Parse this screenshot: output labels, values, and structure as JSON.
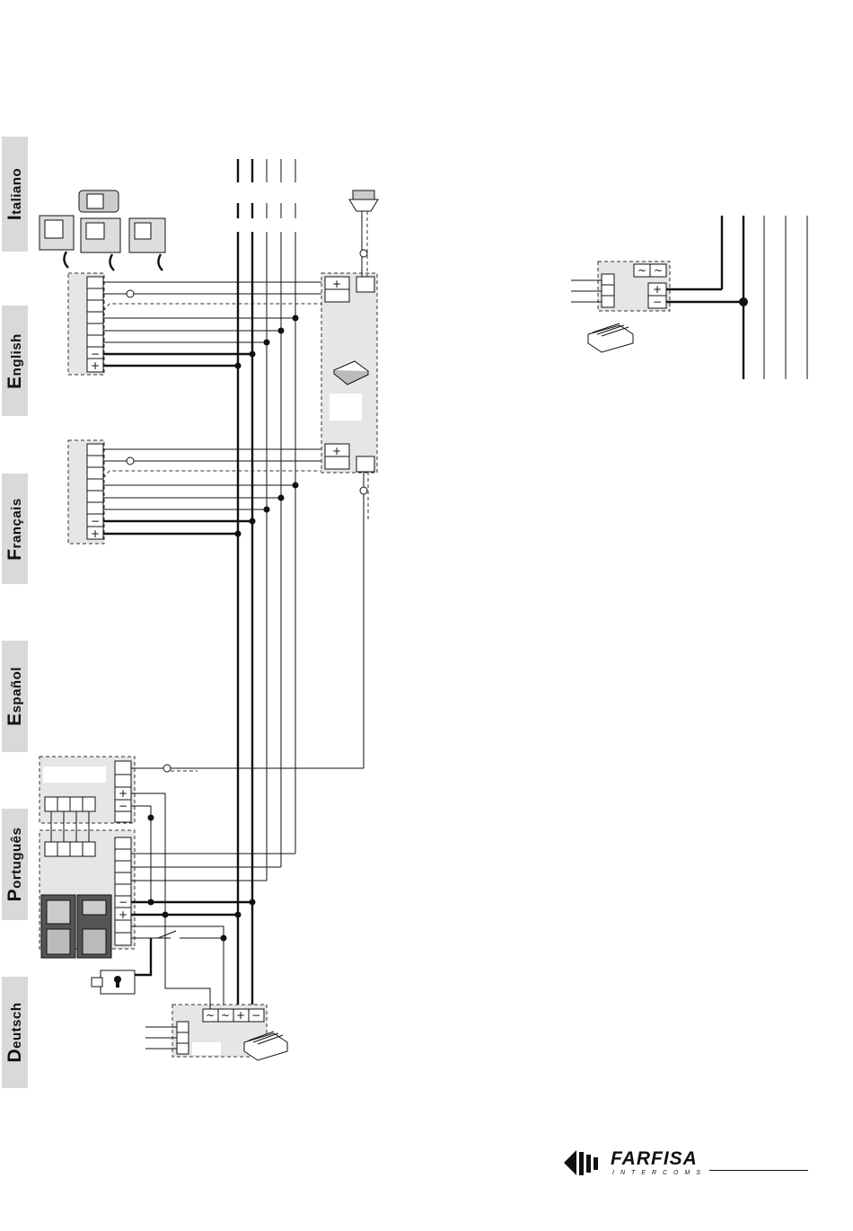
{
  "languages": [
    "Italiano",
    "English",
    "Français",
    "Español",
    "Português",
    "Deutsch"
  ],
  "terminals": {
    "plus": "+",
    "minus": "−",
    "ac": "~"
  },
  "brand": {
    "name": "FARFISA",
    "subtitle": "INTERCOMS"
  },
  "colors": {
    "tab_bg": "#d9d9d9",
    "box_fill": "#e6e6e6",
    "line": "#111111"
  }
}
